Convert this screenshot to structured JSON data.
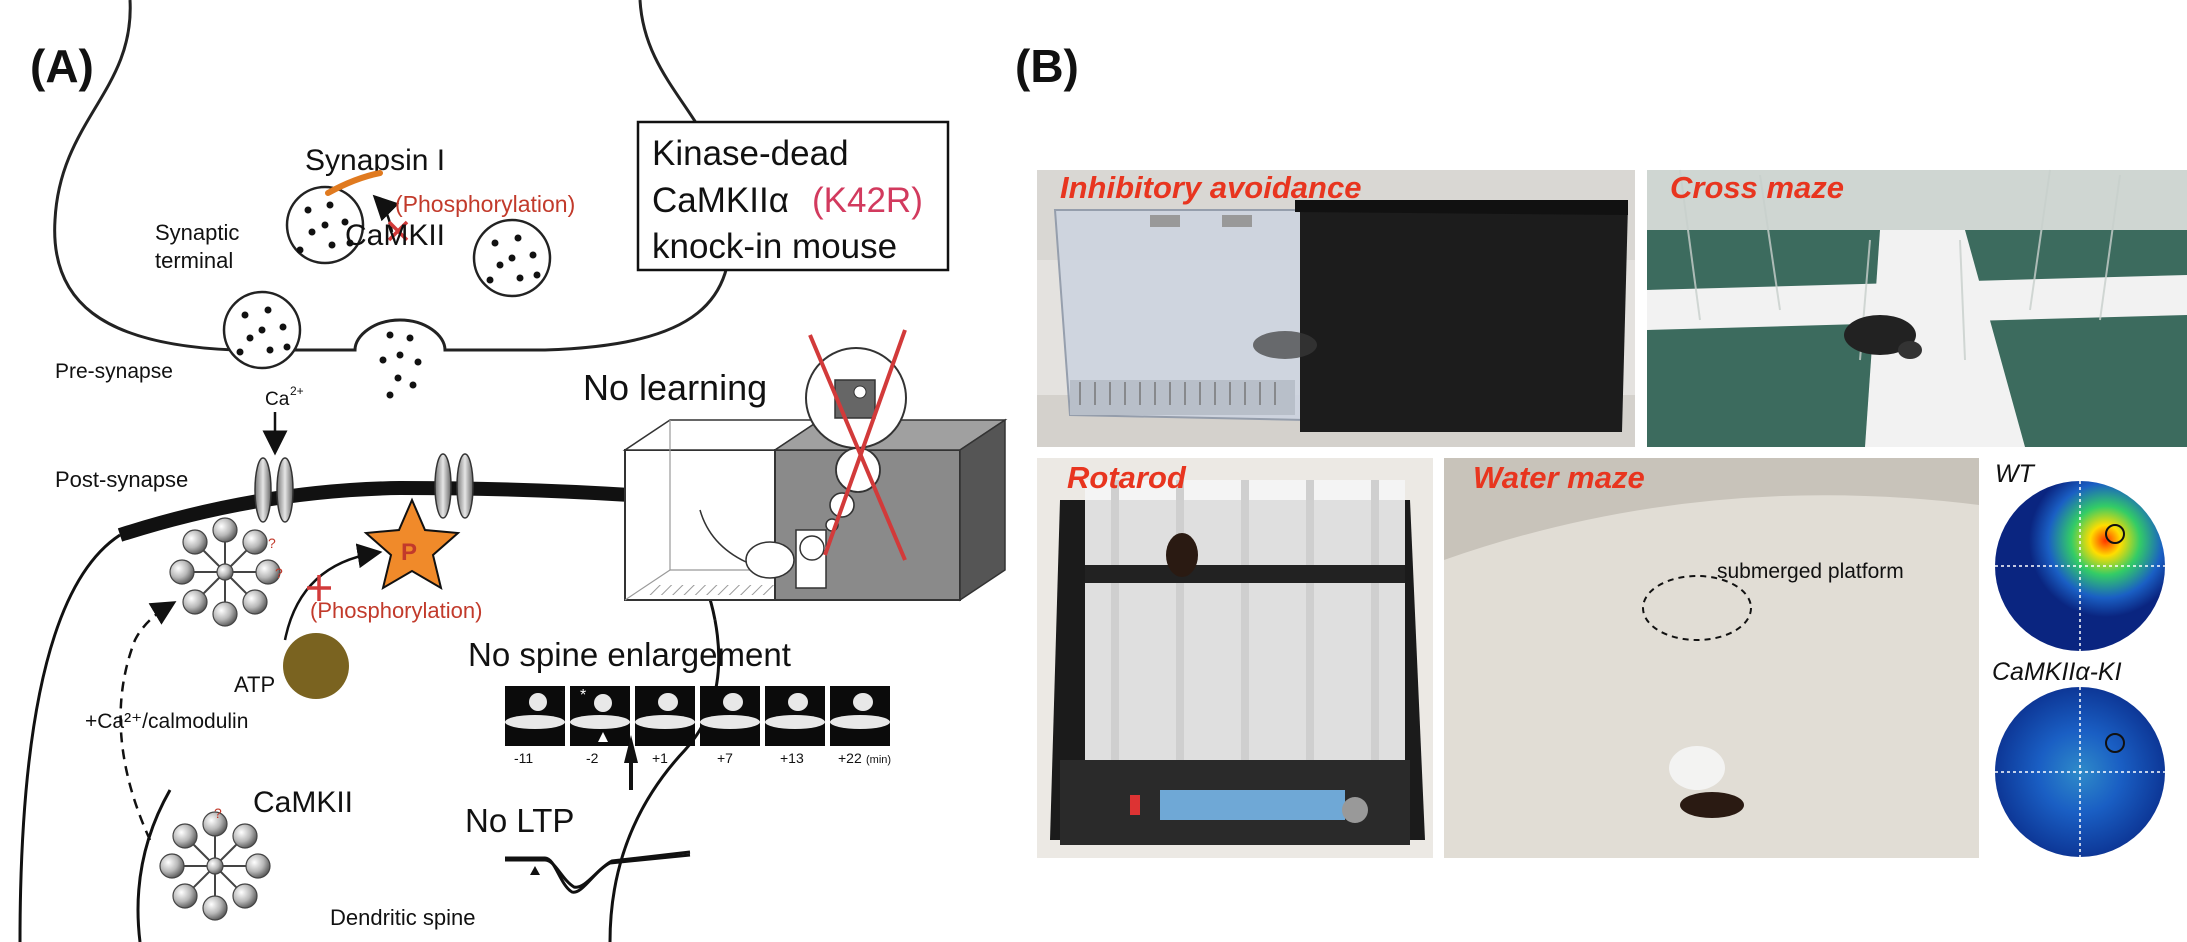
{
  "panel_a": {
    "label": "(A)",
    "synapsin": "Synapsin I",
    "phosphorylation_top": "(Phosphorylation)",
    "camkii_top": "CaMKII",
    "synaptic_terminal_line1": "Synaptic",
    "synaptic_terminal_line2": "terminal",
    "pre_synapse": "Pre-synapse",
    "ca_label": "Ca",
    "ca_charge": "2+",
    "post_synapse": "Post-synapse",
    "phosphorylation_mid": "(Phosphorylation)",
    "p_mark": "P",
    "atp": "ATP",
    "calmodulin": "+Ca²⁺/calmodulin",
    "camkii_bottom": "CaMKII",
    "dendritic_spine": "Dendritic spine",
    "box_line1": "Kinase-dead",
    "box_line2a": "CaMKIIα",
    "box_line2b": "(K42R)",
    "box_line3": "knock-in mouse",
    "no_learning": "No learning",
    "no_spine": "No spine enlargement",
    "no_ltp": "No LTP",
    "time_labels": [
      "-11",
      "-2",
      "+1",
      "+7",
      "+13",
      "+22"
    ],
    "time_unit": "(min)"
  },
  "panel_b": {
    "label": "(B)",
    "inhibitory": "Inhibitory avoidance",
    "cross_maze": "Cross maze",
    "rotarod": "Rotarod",
    "water_maze": "Water maze",
    "submerged": "submerged platform",
    "wt": "WT",
    "ki": "CaMKIIα-KI"
  },
  "colors": {
    "red_title": "#e8351f",
    "k42r": "#d23a5e",
    "phospho": "#c23a2b",
    "star": "#f08a2a",
    "atp": "#7a6320"
  }
}
